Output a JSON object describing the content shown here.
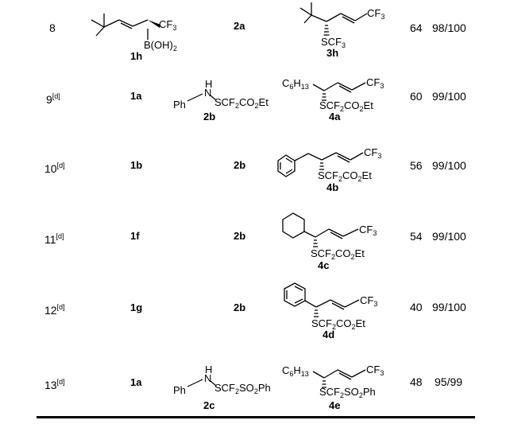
{
  "rows": [
    {
      "entry": "8",
      "entry_note": "",
      "sub1": "1h",
      "sub2": "2a",
      "prod": "3h",
      "yield": "64",
      "ratio": "98/100",
      "sub1_frag": "B(OH)2",
      "prod_frag": "SCF3",
      "cf3": "CF3",
      "sub2_frag": ""
    },
    {
      "entry": "9",
      "entry_note": "[d]",
      "sub1": "1a",
      "sub2": "2b",
      "prod": "4a",
      "yield": "60",
      "ratio": "99/100",
      "sub2_frag": "SCF2CO2Et",
      "prod_frag": "SCF2CO2Et",
      "r_group": "C6H13",
      "cf3": "CF3",
      "ph": "Ph",
      "nh": "H",
      "n": "N"
    },
    {
      "entry": "10",
      "entry_note": "[d]",
      "sub1": "1b",
      "sub2": "2b",
      "prod": "4b",
      "yield": "56",
      "ratio": "99/100",
      "prod_frag": "SCF2CO2Et",
      "cf3": "CF3"
    },
    {
      "entry": "11",
      "entry_note": "[d]",
      "sub1": "1f",
      "sub2": "2b",
      "prod": "4c",
      "yield": "54",
      "ratio": "99/100",
      "prod_frag": "SCF2CO2Et",
      "cf3": "CF3"
    },
    {
      "entry": "12",
      "entry_note": "[d]",
      "sub1": "1g",
      "sub2": "2b",
      "prod": "4d",
      "yield": "40",
      "ratio": "99/100",
      "prod_frag": "SCF2CO2Et",
      "cf3": "CF3"
    },
    {
      "entry": "13",
      "entry_note": "[d]",
      "sub1": "1a",
      "sub2": "2c",
      "prod": "4e",
      "yield": "48",
      "ratio": "95/99",
      "sub2_frag": "SCF2SO2Ph",
      "prod_frag": "SCF2SO2Ph",
      "r_group": "C6H13",
      "cf3": "CF3",
      "ph": "Ph",
      "nh": "H",
      "n": "N"
    }
  ]
}
